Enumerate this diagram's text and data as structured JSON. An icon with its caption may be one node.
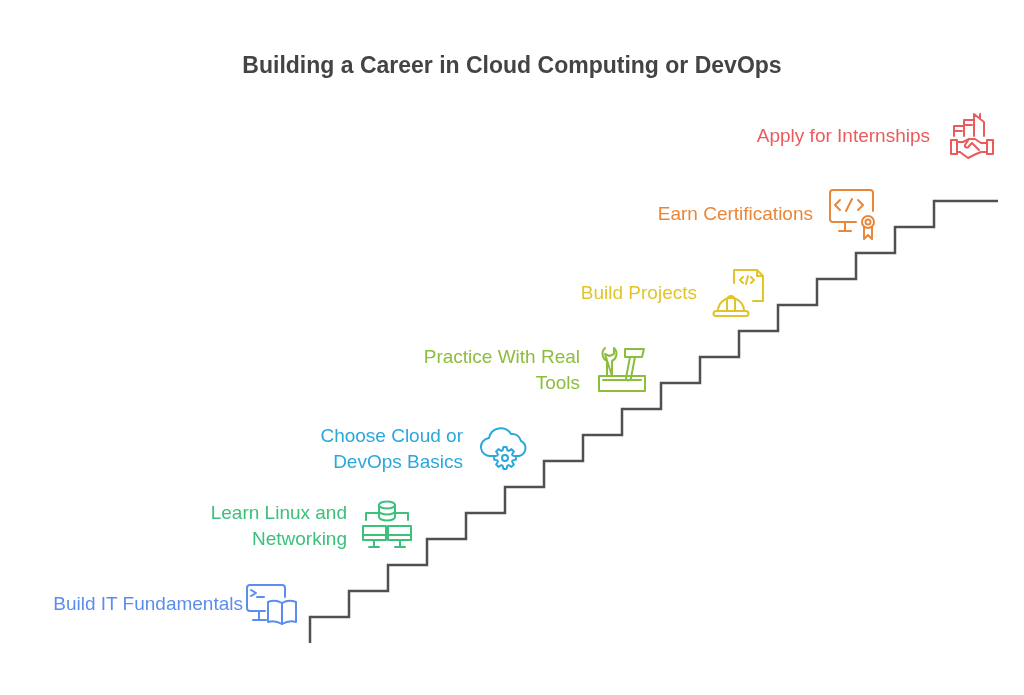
{
  "diagram": {
    "title": "Building a Career in Cloud Computing or DevOps",
    "labels": [
      "Build IT Fundamentals",
      "Learn Linux and Networking",
      "Choose Cloud or DevOps Basics",
      "Practice With Real Tools",
      "Build Projects",
      "Earn Certifications",
      "Apply for Internships"
    ]
  }
}
